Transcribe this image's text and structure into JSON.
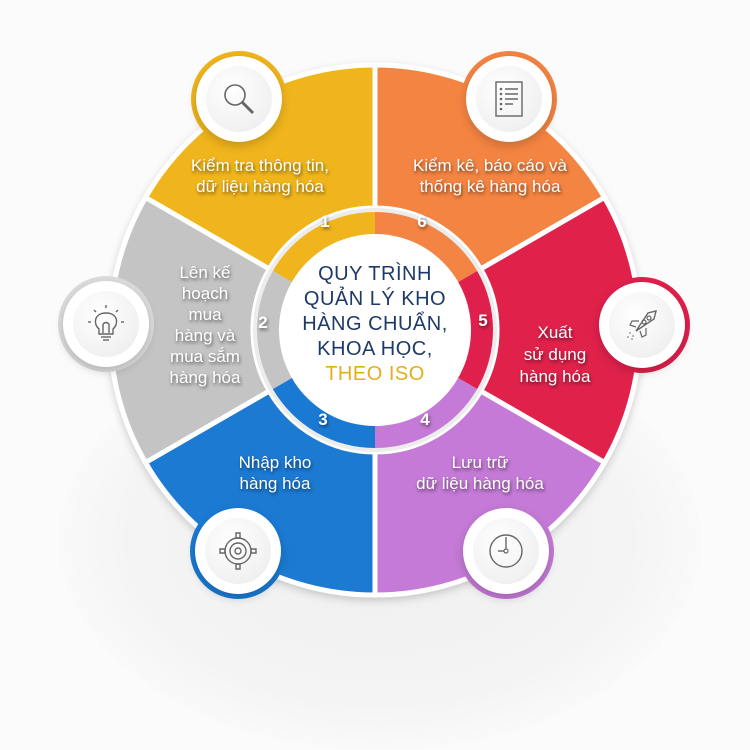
{
  "center": {
    "lines": [
      "QUY TRÌNH",
      "QUẢN LÝ KHO",
      "HÀNG CHUẨN,",
      "KHOA HỌC,"
    ],
    "highlight": "THEO ISO",
    "colors": {
      "text": "#1e3a66",
      "highlight": "#e2ae1a"
    }
  },
  "steps": [
    {
      "number": "1",
      "label_lines": [
        "Kiểm tra thông tin,",
        "dữ liệu hàng hóa"
      ],
      "color": "#f0b51c",
      "icon": "magnifier-icon"
    },
    {
      "number": "2",
      "label_lines": [
        "Lên kế",
        "hoạch",
        "mua",
        "hàng và",
        "mua sắm",
        "hàng hóa"
      ],
      "color": "#c4c4c4",
      "icon": "lightbulb-icon"
    },
    {
      "number": "3",
      "label_lines": [
        "Nhập kho",
        "hàng hóa"
      ],
      "color": "#1a7ad3",
      "icon": "gear-icon"
    },
    {
      "number": "4",
      "label_lines": [
        "Lưu trữ",
        "dữ liệu hàng hóa"
      ],
      "color": "#c47ad6",
      "icon": "clock-icon"
    },
    {
      "number": "5",
      "label_lines": [
        "Xuất",
        "sử dụng",
        "hàng hóa"
      ],
      "color": "#e0204c",
      "icon": "rocket-icon"
    },
    {
      "number": "6",
      "label_lines": [
        "Kiểm kê, báo cáo và",
        "thống kê hàng hóa"
      ],
      "color": "#f48443",
      "icon": "checklist-icon"
    }
  ]
}
